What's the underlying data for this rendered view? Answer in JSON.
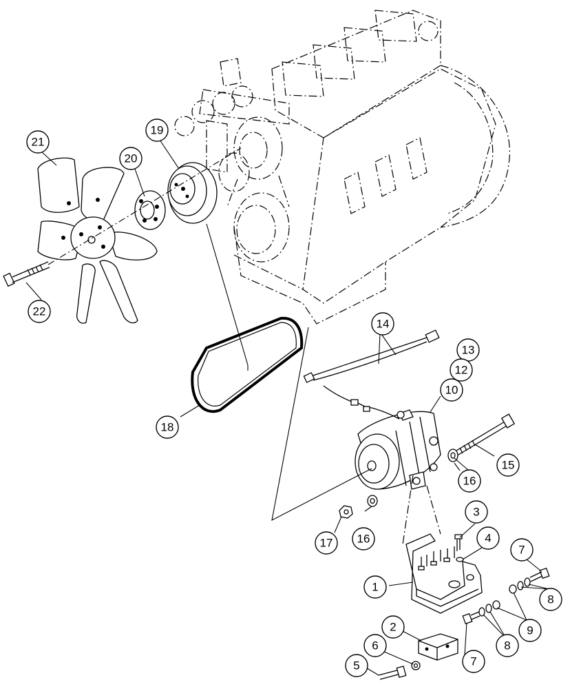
{
  "callouts": {
    "c1": "1",
    "c2": "2",
    "c3": "3",
    "c4": "4",
    "c5": "5",
    "c6": "6",
    "c7a": "7",
    "c7b": "7",
    "c8a": "8",
    "c8b": "8",
    "c9": "9",
    "c10": "10",
    "c12": "12",
    "c13": "13",
    "c14": "14",
    "c15": "15",
    "c16a": "16",
    "c16b": "16",
    "c17": "17",
    "c18": "18",
    "c19": "19",
    "c20": "20",
    "c21": "21",
    "c22": "22"
  }
}
